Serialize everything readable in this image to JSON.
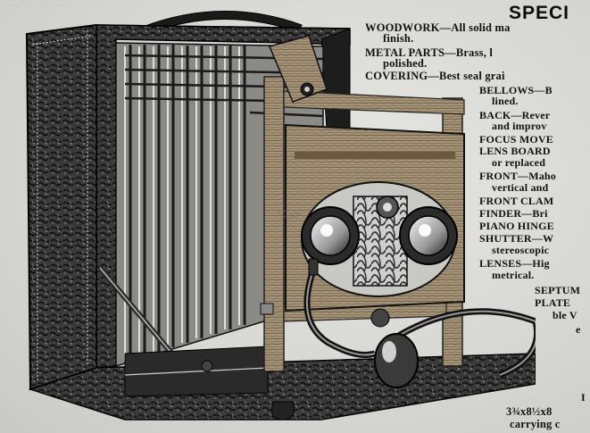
{
  "heading": "SPECI",
  "spec_lines": [
    "WOODWORK—All solid ma",
    "finish.",
    "METAL PARTS—Brass, l",
    "polished.",
    "COVERING—Best seal grai",
    "BELLOWS—B",
    "lined.",
    "BACK—Rever",
    "and improv",
    "FOCUS MOVE",
    "LENS BOARD",
    "or replaced",
    "FRONT—Maho",
    "vertical and",
    "FRONT CLAM",
    "FINDER—Bri",
    "PIANO HINGE",
    "SHUTTER—W",
    "stereoscopic",
    "LENSES—Hig",
    "metrical.",
    "SEPTUM",
    "PLATE",
    "ble V",
    "e",
    "I",
    "3¾x8½x8",
    "carrying c"
  ],
  "watermark": "CSP",
  "colors": {
    "paper": "#d9d9d6",
    "ink": "#111111",
    "leather": "#2a2a2a",
    "wood": "#8c7a5e"
  },
  "illustration": {
    "icons": [
      "camera-body-icon",
      "bellows-icon",
      "stereo-lens-icon",
      "shutter-bulb-icon",
      "handle-icon"
    ]
  }
}
